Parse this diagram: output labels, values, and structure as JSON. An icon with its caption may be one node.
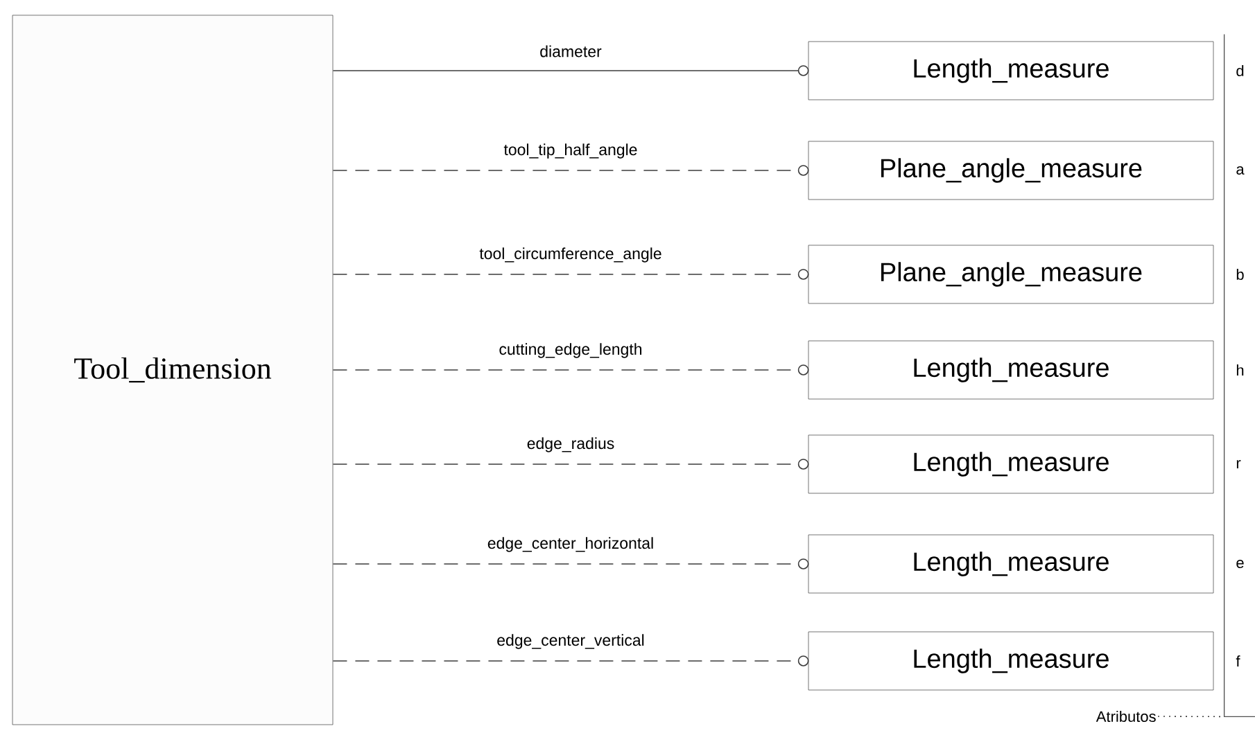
{
  "diagram": {
    "nodes": [
      {
        "text": [
          "Tool_dimension"
        ]
      },
      {
        "text": [
          "Length_measure"
        ]
      },
      {
        "text": [
          "Plane_angle_measure"
        ]
      },
      {
        "text": [
          "Plane_angle_measure"
        ]
      },
      {
        "text": [
          "Length_measure"
        ]
      },
      {
        "text": [
          "Length_measure"
        ]
      },
      {
        "text": [
          "Length_measure"
        ]
      },
      {
        "text": [
          "Length_measure"
        ]
      },
      {
        "text": [
          "Atributos"
        ]
      },
      {
        "text": [],
        "shape": "bracket"
      }
    ],
    "edges": [
      {
        "from": 0,
        "to": 1,
        "arrow": "other",
        "label": "diameter"
      },
      {
        "from": 0,
        "to": 2,
        "arrow": "other",
        "label": "tool_tip_half_angle",
        "style": "dashed"
      },
      {
        "from": 0,
        "to": 3,
        "arrow": "other",
        "label": "tool_circumference_angle",
        "style": "dashed"
      },
      {
        "from": 0,
        "to": 4,
        "arrow": "other",
        "label": "cutting_edge_length",
        "style": "dashed"
      },
      {
        "from": 0,
        "to": 5,
        "arrow": "other",
        "label": "edge_radius",
        "style": "dashed"
      },
      {
        "from": 0,
        "to": 6,
        "arrow": "other",
        "label": "edge_center_horizontal",
        "style": "dashed"
      },
      {
        "from": 0,
        "to": 7,
        "arrow": "other",
        "label": "edge_center_vertical",
        "style": "dashed"
      },
      {
        "from": 8,
        "to": 9,
        "arrow": "none",
        "style": "dashed"
      }
    ],
    "labels": [
      "d",
      "a",
      "b",
      "h",
      "r",
      "e",
      "f"
    ]
  }
}
